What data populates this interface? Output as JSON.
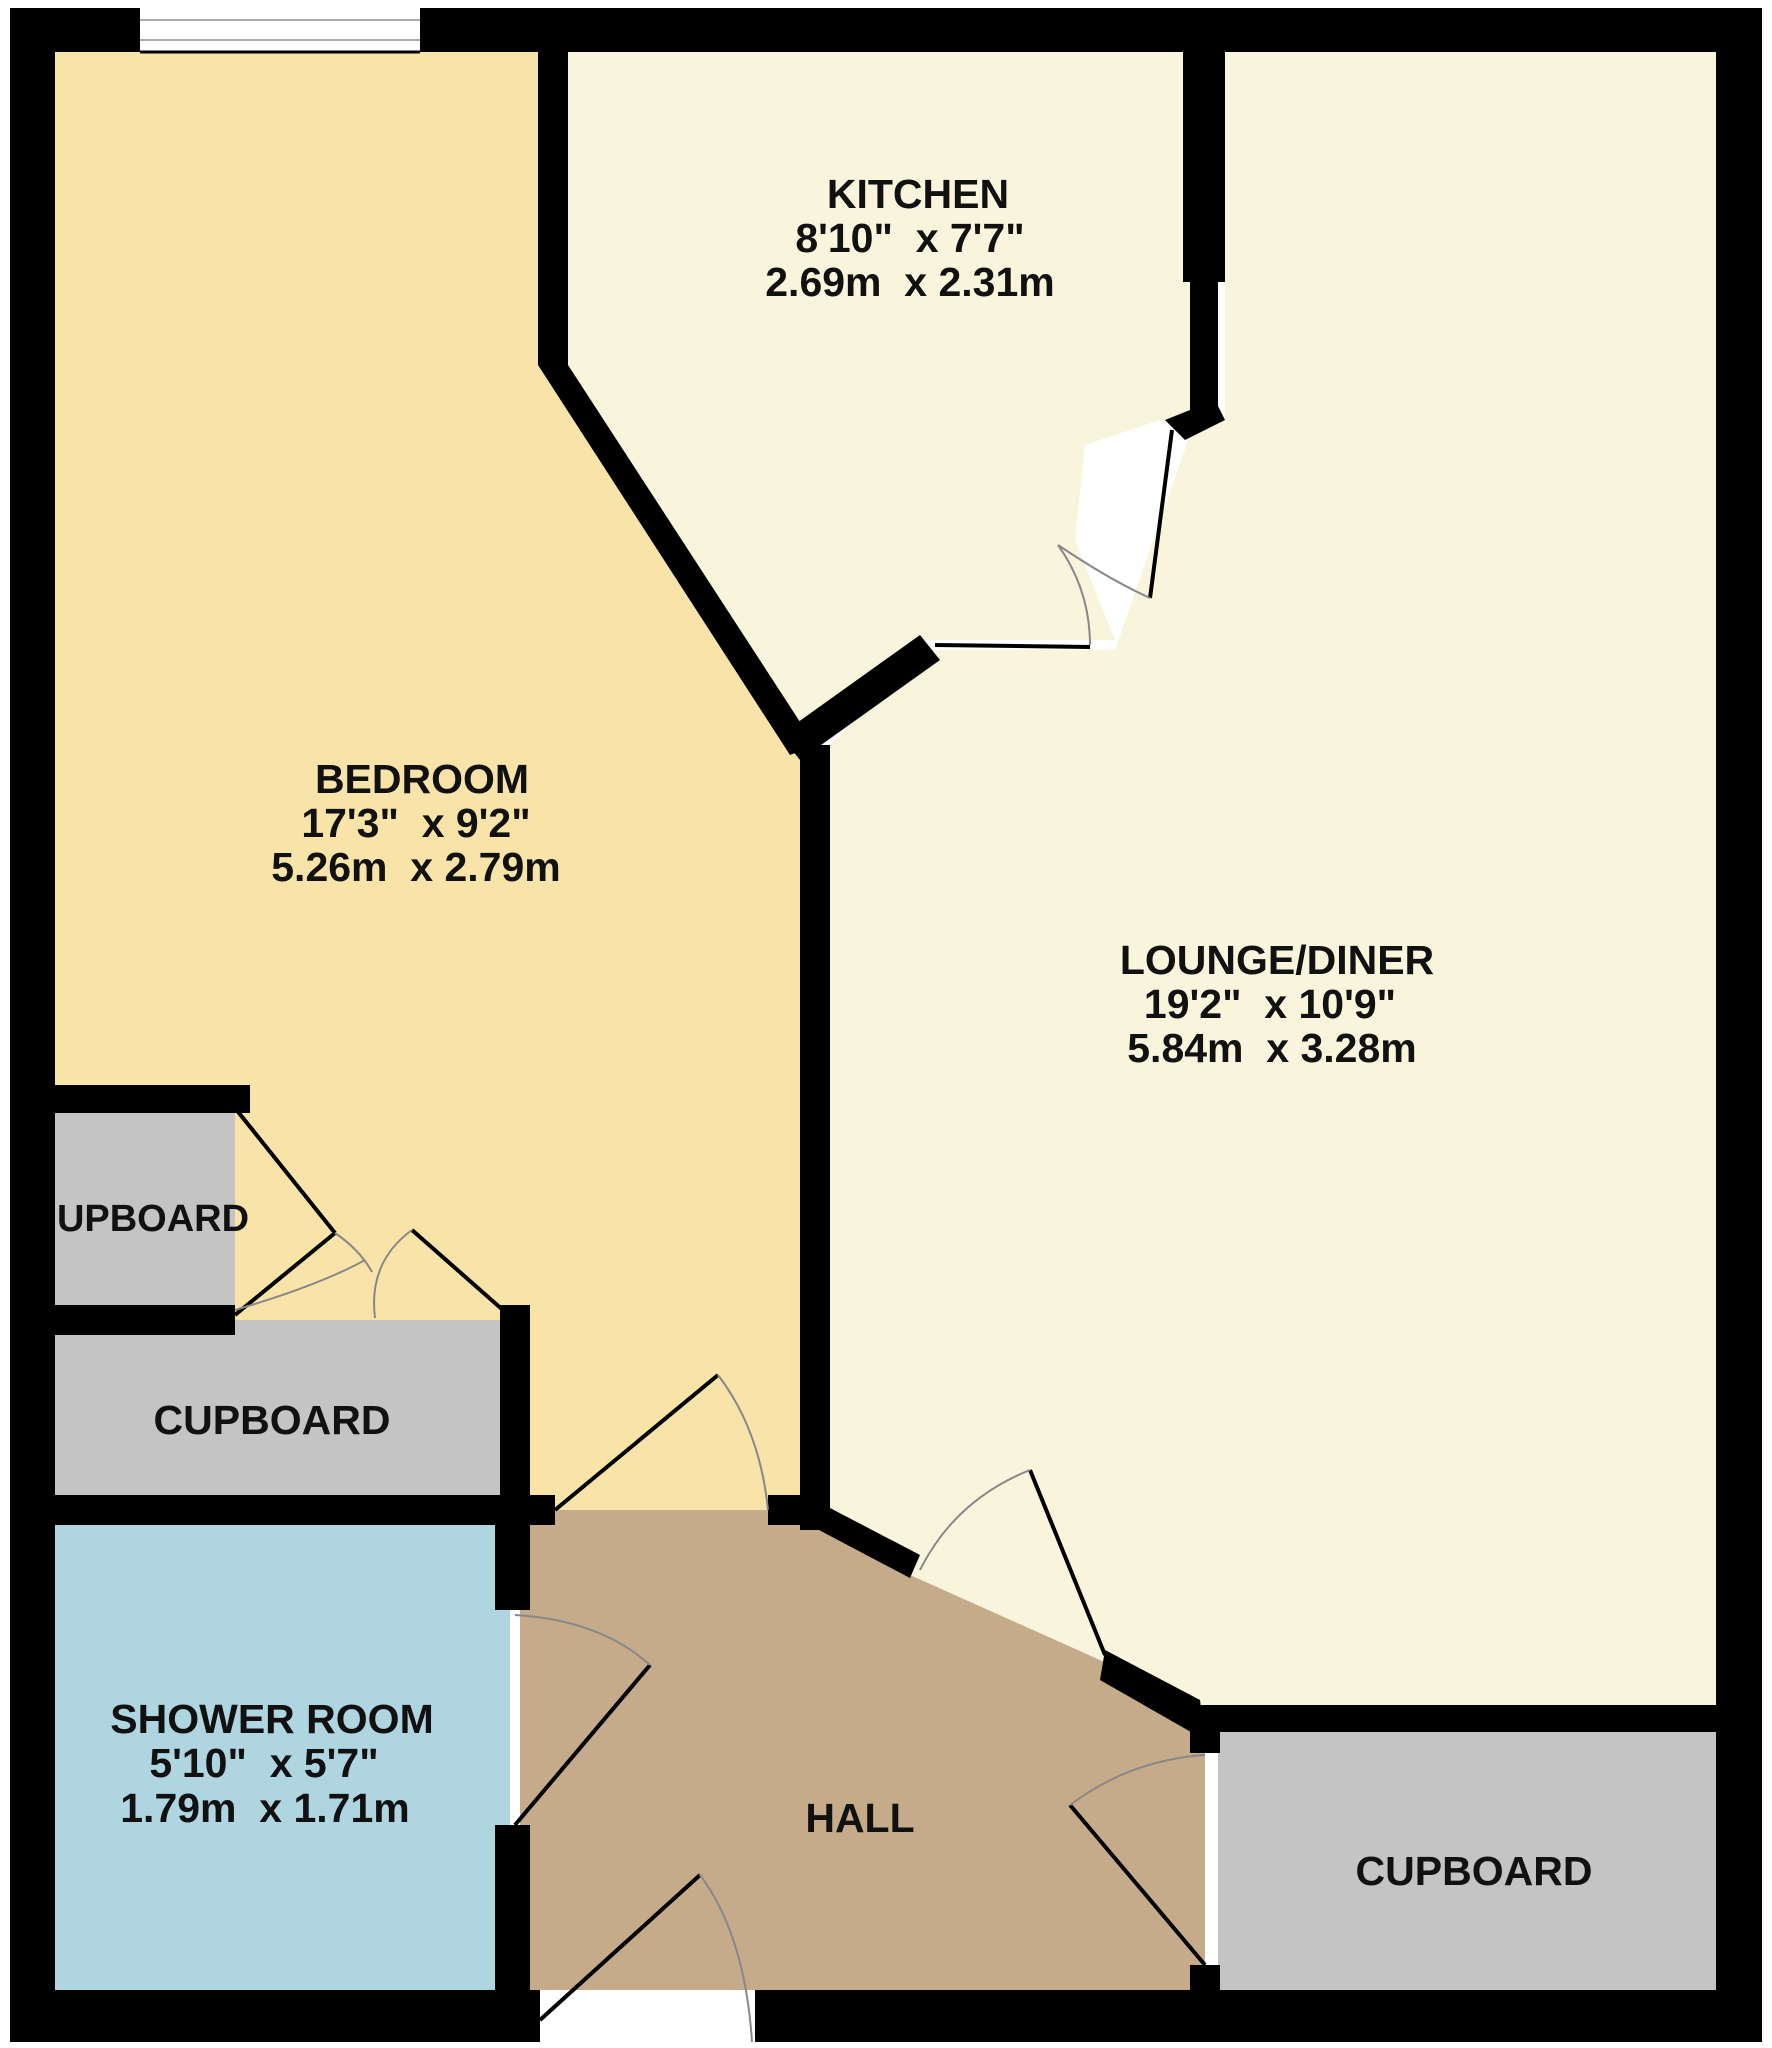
{
  "colors": {
    "wall": "#000000",
    "bedroom": "#f8e4a9",
    "kitchen": "#f8f5dc",
    "lounge": "#f8f5dc",
    "hall": "#c6ab8b",
    "shower": "#afd6e0",
    "cupboard": "#c4c4c4",
    "window": "#ffffff",
    "door_swing": "#888888"
  },
  "rooms": {
    "kitchen": {
      "name": "KITCHEN",
      "imperial": "8'10\"  x 7'7\"",
      "metric": "2.69m  x 2.31m"
    },
    "bedroom": {
      "name": "BEDROOM",
      "imperial": "17'3\"  x 9'2\"",
      "metric": "5.26m  x 2.79m"
    },
    "lounge": {
      "name": "LOUNGE/DINER",
      "imperial": "19'2\"  x 10'9\"",
      "metric": "5.84m  x 3.28m"
    },
    "shower": {
      "name": "SHOWER ROOM",
      "imperial": "5'10\"  x 5'7\"",
      "metric": "1.79m  x 1.71m"
    },
    "hall": {
      "name": "HALL"
    },
    "cupboard_upper": {
      "name": "UPBOARD"
    },
    "cupboard_mid": {
      "name": "CUPBOARD"
    },
    "cupboard_right": {
      "name": "CUPBOARD"
    }
  }
}
